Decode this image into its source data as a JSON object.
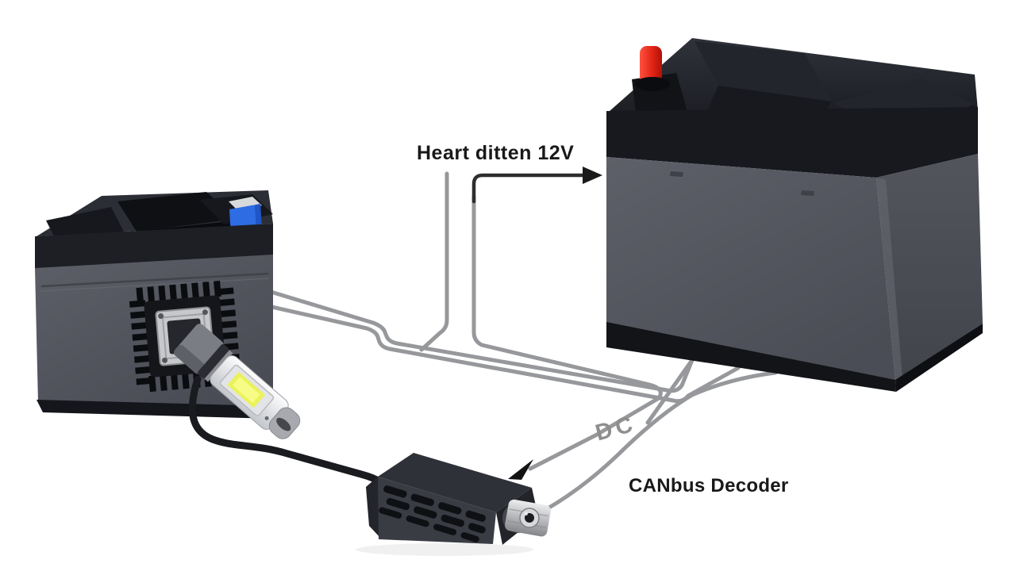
{
  "title": "LED headlight CANbus decoder wiring illustration",
  "labels": {
    "wire": "Heart ditten 12V",
    "dc": "DC",
    "decoder": "CANbus Decoder"
  },
  "components": [
    {
      "name": "left-battery"
    },
    {
      "name": "led-headlight-bulb"
    },
    {
      "name": "heatsink"
    },
    {
      "name": "power-cable"
    },
    {
      "name": "canbus-decoder"
    },
    {
      "name": "right-battery"
    },
    {
      "name": "wiring-harness"
    }
  ],
  "icons": [
    "right-arrow-icon",
    "down-left-arrow-icon"
  ],
  "colors": {
    "background": "#ffffff",
    "wire_gray": "#97989b",
    "cable_black": "#1a1b1e",
    "battery_body": "#54565f",
    "battery_lid": "#17191e",
    "terminal_blue": "#2e6ce4",
    "terminal_red": "#e32515",
    "terminal_silver": "#c6c7ca",
    "led_chip_yellow": "#eaf259",
    "label_text": "#191919",
    "dc_text": "#8e8e8e"
  }
}
